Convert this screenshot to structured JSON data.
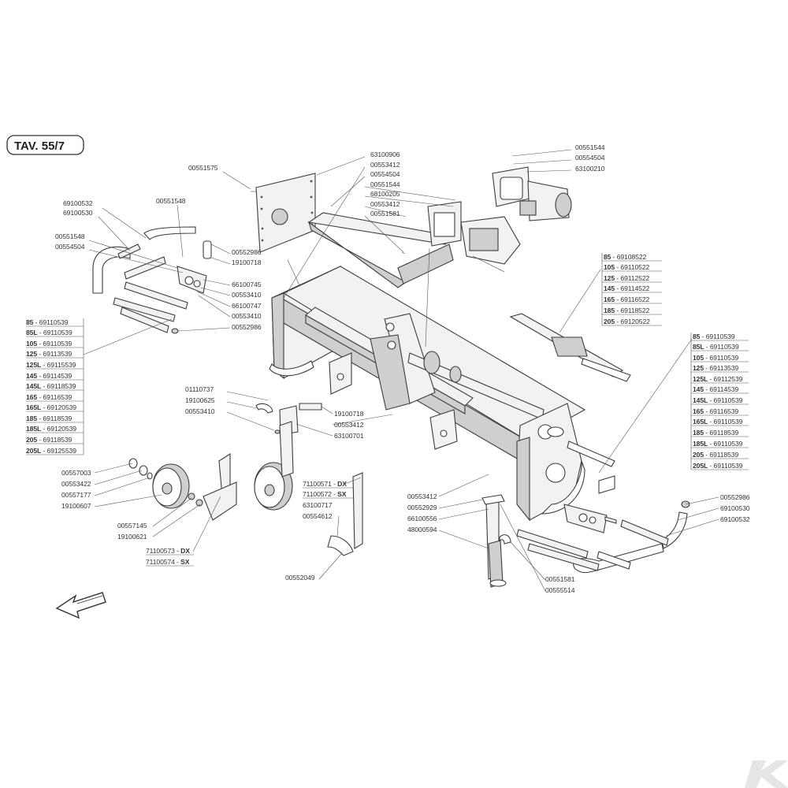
{
  "table_title": "TAV. 55/7",
  "colors": {
    "ink": "#3c3c3c",
    "paper": "#ffffff",
    "shade": "#cfcfcf"
  },
  "icons": [
    "direction-arrow-icon",
    "brand-k-logo-icon"
  ],
  "top_center_labels": [
    "00551575",
    "63100906",
    "00553412",
    "00554504",
    "00551544",
    "68100205",
    "00553412",
    "00551581"
  ],
  "gearbox_labels": [
    "00551544",
    "00554504",
    "63100210"
  ],
  "left_skid_labels": [
    "69100532",
    "69100530",
    "00551548",
    "00551548",
    "00554504",
    "00552986",
    "19100718",
    "66100745",
    "00553410",
    "66100747",
    "00553410",
    "00552986"
  ],
  "left_skid_table": [
    {
      "size": "85",
      "code": "69110539"
    },
    {
      "size": "85L",
      "code": "69110539"
    },
    {
      "size": "105",
      "code": "69110539"
    },
    {
      "size": "125",
      "code": "69113539"
    },
    {
      "size": "125L",
      "code": "69115539"
    },
    {
      "size": "145",
      "code": "69114539"
    },
    {
      "size": "145L",
      "code": "69118539"
    },
    {
      "size": "165",
      "code": "69116539"
    },
    {
      "size": "165L",
      "code": "69120539"
    },
    {
      "size": "185",
      "code": "69118539"
    },
    {
      "size": "185L",
      "code": "69120539"
    },
    {
      "size": "205",
      "code": "69118539"
    },
    {
      "size": "205L",
      "code": "69125539"
    }
  ],
  "shaft_table": [
    {
      "size": "85",
      "code": "69108522"
    },
    {
      "size": "105",
      "code": "69110522"
    },
    {
      "size": "125",
      "code": "69112522"
    },
    {
      "size": "145",
      "code": "69114522"
    },
    {
      "size": "165",
      "code": "69116522"
    },
    {
      "size": "185",
      "code": "69118522"
    },
    {
      "size": "205",
      "code": "69120522"
    }
  ],
  "right_skid_table": [
    {
      "size": "85",
      "code": "69110539"
    },
    {
      "size": "85L",
      "code": "69110539"
    },
    {
      "size": "105",
      "code": "69110539"
    },
    {
      "size": "125",
      "code": "69113539"
    },
    {
      "size": "125L",
      "code": "69112539"
    },
    {
      "size": "145",
      "code": "69114539"
    },
    {
      "size": "145L",
      "code": "69110539"
    },
    {
      "size": "165",
      "code": "69116539"
    },
    {
      "size": "165L",
      "code": "69110539"
    },
    {
      "size": "185",
      "code": "69118539"
    },
    {
      "size": "185L",
      "code": "69110539"
    },
    {
      "size": "205",
      "code": "69118539"
    },
    {
      "size": "205L",
      "code": "69110539"
    }
  ],
  "center_bracket_labels": [
    "01110737",
    "19100625",
    "00553410",
    "19100718",
    "00553412",
    "63100701"
  ],
  "wheel_labels": [
    "00557003",
    "00553422",
    "00557177",
    "19100607",
    "00557145",
    "19100621"
  ],
  "leg_left_labels": [
    {
      "code": "71100573",
      "side": "DX"
    },
    {
      "code": "71100574",
      "side": "SX"
    }
  ],
  "wheel_center_dxsx": [
    {
      "code": "71100571",
      "side": "DX"
    },
    {
      "code": "71100572",
      "side": "SX"
    }
  ],
  "wheel_center_labels": [
    "63100717",
    "00554612",
    "00552049"
  ],
  "stand_labels": [
    "00553412",
    "00552929",
    "66100556",
    "48000594",
    "00551581",
    "00555514"
  ],
  "right_labels": [
    "00552986",
    "69100530",
    "69100532"
  ]
}
